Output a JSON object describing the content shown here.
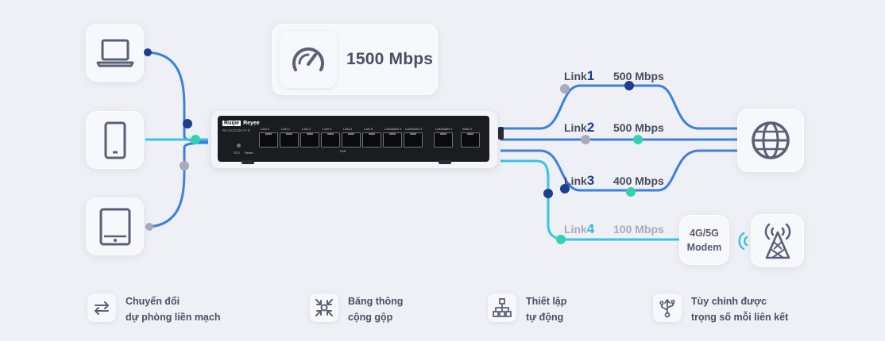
{
  "speed": {
    "value": "1500 Mbps",
    "icon": "speedometer-icon"
  },
  "devices": [
    {
      "name": "laptop",
      "icon": "laptop-icon"
    },
    {
      "name": "phone",
      "icon": "phone-icon"
    },
    {
      "name": "tablet",
      "icon": "tablet-icon"
    }
  ],
  "switch": {
    "brand": "Ruijie",
    "sub_brand": "Reyee",
    "model": "RG-EG210G-P-E",
    "port_labels": [
      "LAN 0",
      "LAN 1",
      "LAN 2",
      "LAN 3",
      "LAN 4",
      "LAN 5",
      "LAN/WAN 3",
      "LAN/WAN 2",
      "LAN/WAN 1",
      "WAN 2"
    ],
    "poe_label": "PoE",
    "sts_label": "STS",
    "reset_label": "Reset"
  },
  "links": [
    {
      "prefix": "Link",
      "number": "1",
      "speed": "500 Mbps"
    },
    {
      "prefix": "Link",
      "number": "2",
      "speed": "500 Mbps"
    },
    {
      "prefix": "Link",
      "number": "3",
      "speed": "400 Mbps"
    },
    {
      "prefix": "Link",
      "number": "4",
      "speed": "100 Mbps"
    }
  ],
  "modem": {
    "line1": "4G/5G",
    "line2": "Modem"
  },
  "internet_icon": "globe-icon",
  "tower_icon": "cell-tower-icon",
  "features": [
    {
      "line1": "Chuyển đổi",
      "line2": "dự phòng liền mạch",
      "icon": "failover-arrows-icon"
    },
    {
      "line1": "Băng thông",
      "line2": "cộng gộp",
      "icon": "aggregation-icon"
    },
    {
      "line1": "Thiết lập",
      "line2": "tự động",
      "icon": "hierarchy-icon"
    },
    {
      "line1": "Tùy chỉnh được",
      "line2": "trọng số mỗi liên kết",
      "icon": "usb-fork-icon"
    }
  ],
  "colors": {
    "dark_blue": "#1d3d8f",
    "mid_blue": "#3d7fe0",
    "teal": "#34d0b0",
    "cyan": "#38c4e4",
    "grey_dot": "#a9acb6"
  }
}
